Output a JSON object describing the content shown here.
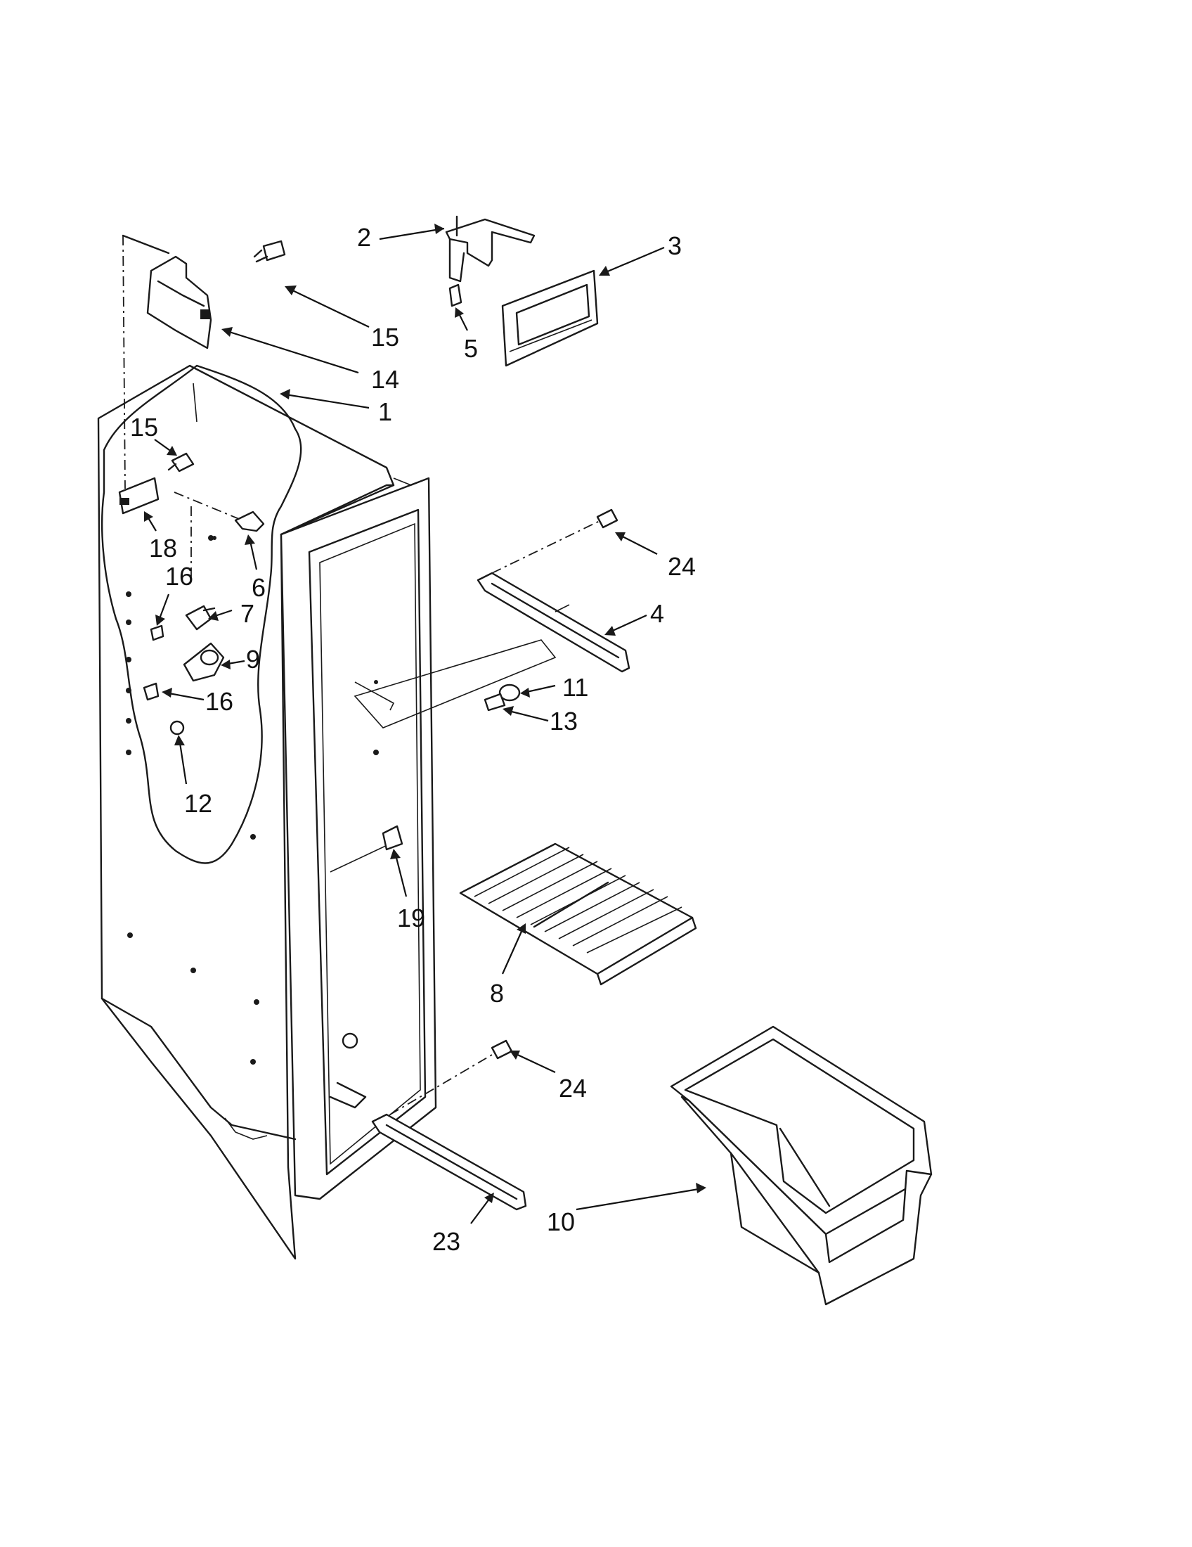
{
  "callouts": [
    {
      "id": "c2",
      "text": "2"
    },
    {
      "id": "c3",
      "text": "3"
    },
    {
      "id": "c5",
      "text": "5"
    },
    {
      "id": "c15a",
      "text": "15"
    },
    {
      "id": "c14",
      "text": "14"
    },
    {
      "id": "c1",
      "text": "1"
    },
    {
      "id": "c15b",
      "text": "15"
    },
    {
      "id": "c18",
      "text": "18"
    },
    {
      "id": "c6",
      "text": "6"
    },
    {
      "id": "c16a",
      "text": "16"
    },
    {
      "id": "c7",
      "text": "7"
    },
    {
      "id": "c9",
      "text": "9"
    },
    {
      "id": "c16b",
      "text": "16"
    },
    {
      "id": "c12",
      "text": "12"
    },
    {
      "id": "c24a",
      "text": "24"
    },
    {
      "id": "c4",
      "text": "4"
    },
    {
      "id": "c11",
      "text": "11"
    },
    {
      "id": "c13",
      "text": "13"
    },
    {
      "id": "c19",
      "text": "19"
    },
    {
      "id": "c8",
      "text": "8"
    },
    {
      "id": "c24b",
      "text": "24"
    },
    {
      "id": "c23",
      "text": "23"
    },
    {
      "id": "c10",
      "text": "10"
    }
  ]
}
